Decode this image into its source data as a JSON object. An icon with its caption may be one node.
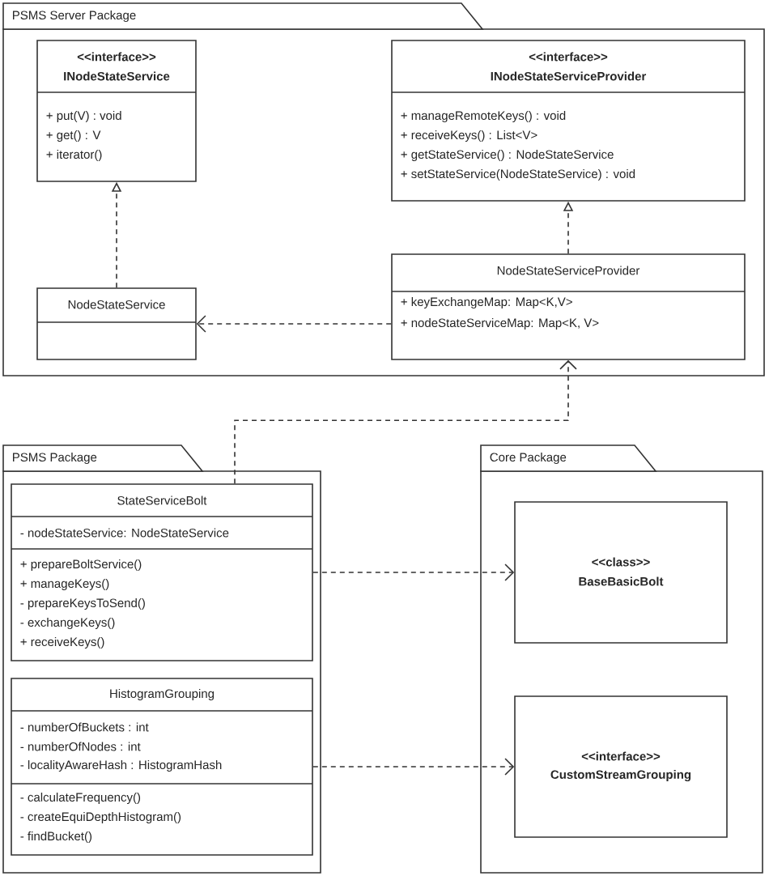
{
  "diagram": {
    "nodes": [
      {
        "text": [
          "PSMS Server Package"
        ]
      },
      {
        "text": [
          "<<interface>>",
          "INodeStateService",
          "+ put(V) : void",
          "+ get() : V",
          "+ iterator()"
        ],
        "in": 0
      },
      {
        "text": [
          "<<interface>>",
          "INodeStateServiceProvider",
          "+ manageRemoteKeys() : void",
          "+ receiveKeys() : List<V>",
          "+ getStateService() : NodeStateService",
          "+ setStateService(NodeStateService) : void"
        ],
        "in": 0
      },
      {
        "text": [
          "NodeStateService"
        ],
        "in": 0
      },
      {
        "text": [
          "NodeStateServiceProvider",
          "+ keyExchangeMap: Map<K,V>",
          "+ nodeStateServiceMap: Map<K, V>"
        ],
        "in": 0
      },
      {
        "text": [
          "PSMS Package"
        ]
      },
      {
        "text": [
          "StateServiceBolt",
          "- nodeStateService: NodeStateService",
          "+ prepareBoltService()",
          "+ manageKeys()",
          "- prepareKeysToSend()",
          "- exchangeKeys()",
          "+ receiveKeys()"
        ],
        "in": 5
      },
      {
        "text": [
          "HistogramGrouping",
          "- numberOfBuckets : int",
          "- numberOfNodes : int",
          "- localityAwareHash : HistogramHash",
          "- calculateFrequency()",
          "- createEquiDepthHistogram()",
          "- findBucket()"
        ],
        "in": 5
      },
      {
        "text": [
          "Core Package"
        ]
      },
      {
        "text": [
          "<<class>>",
          "BaseBasicBolt"
        ],
        "in": 8
      },
      {
        "text": [
          "<<interface>>",
          "CustomStreamGrouping"
        ],
        "in": 8
      }
    ],
    "edges": [
      {
        "from": 3,
        "to": 1,
        "arrow": "to",
        "style": "dashed"
      },
      {
        "from": 4,
        "to": 2,
        "arrow": "to",
        "style": "dashed"
      },
      {
        "from": 4,
        "to": 3,
        "arrow": "to",
        "style": "dashed"
      },
      {
        "from": 6,
        "to": 4,
        "arrow": "to",
        "style": "dashed"
      },
      {
        "from": 6,
        "to": 9,
        "arrow": "to",
        "style": "dashed"
      },
      {
        "from": 7,
        "to": 10,
        "arrow": "to",
        "style": "dashed"
      }
    ]
  }
}
